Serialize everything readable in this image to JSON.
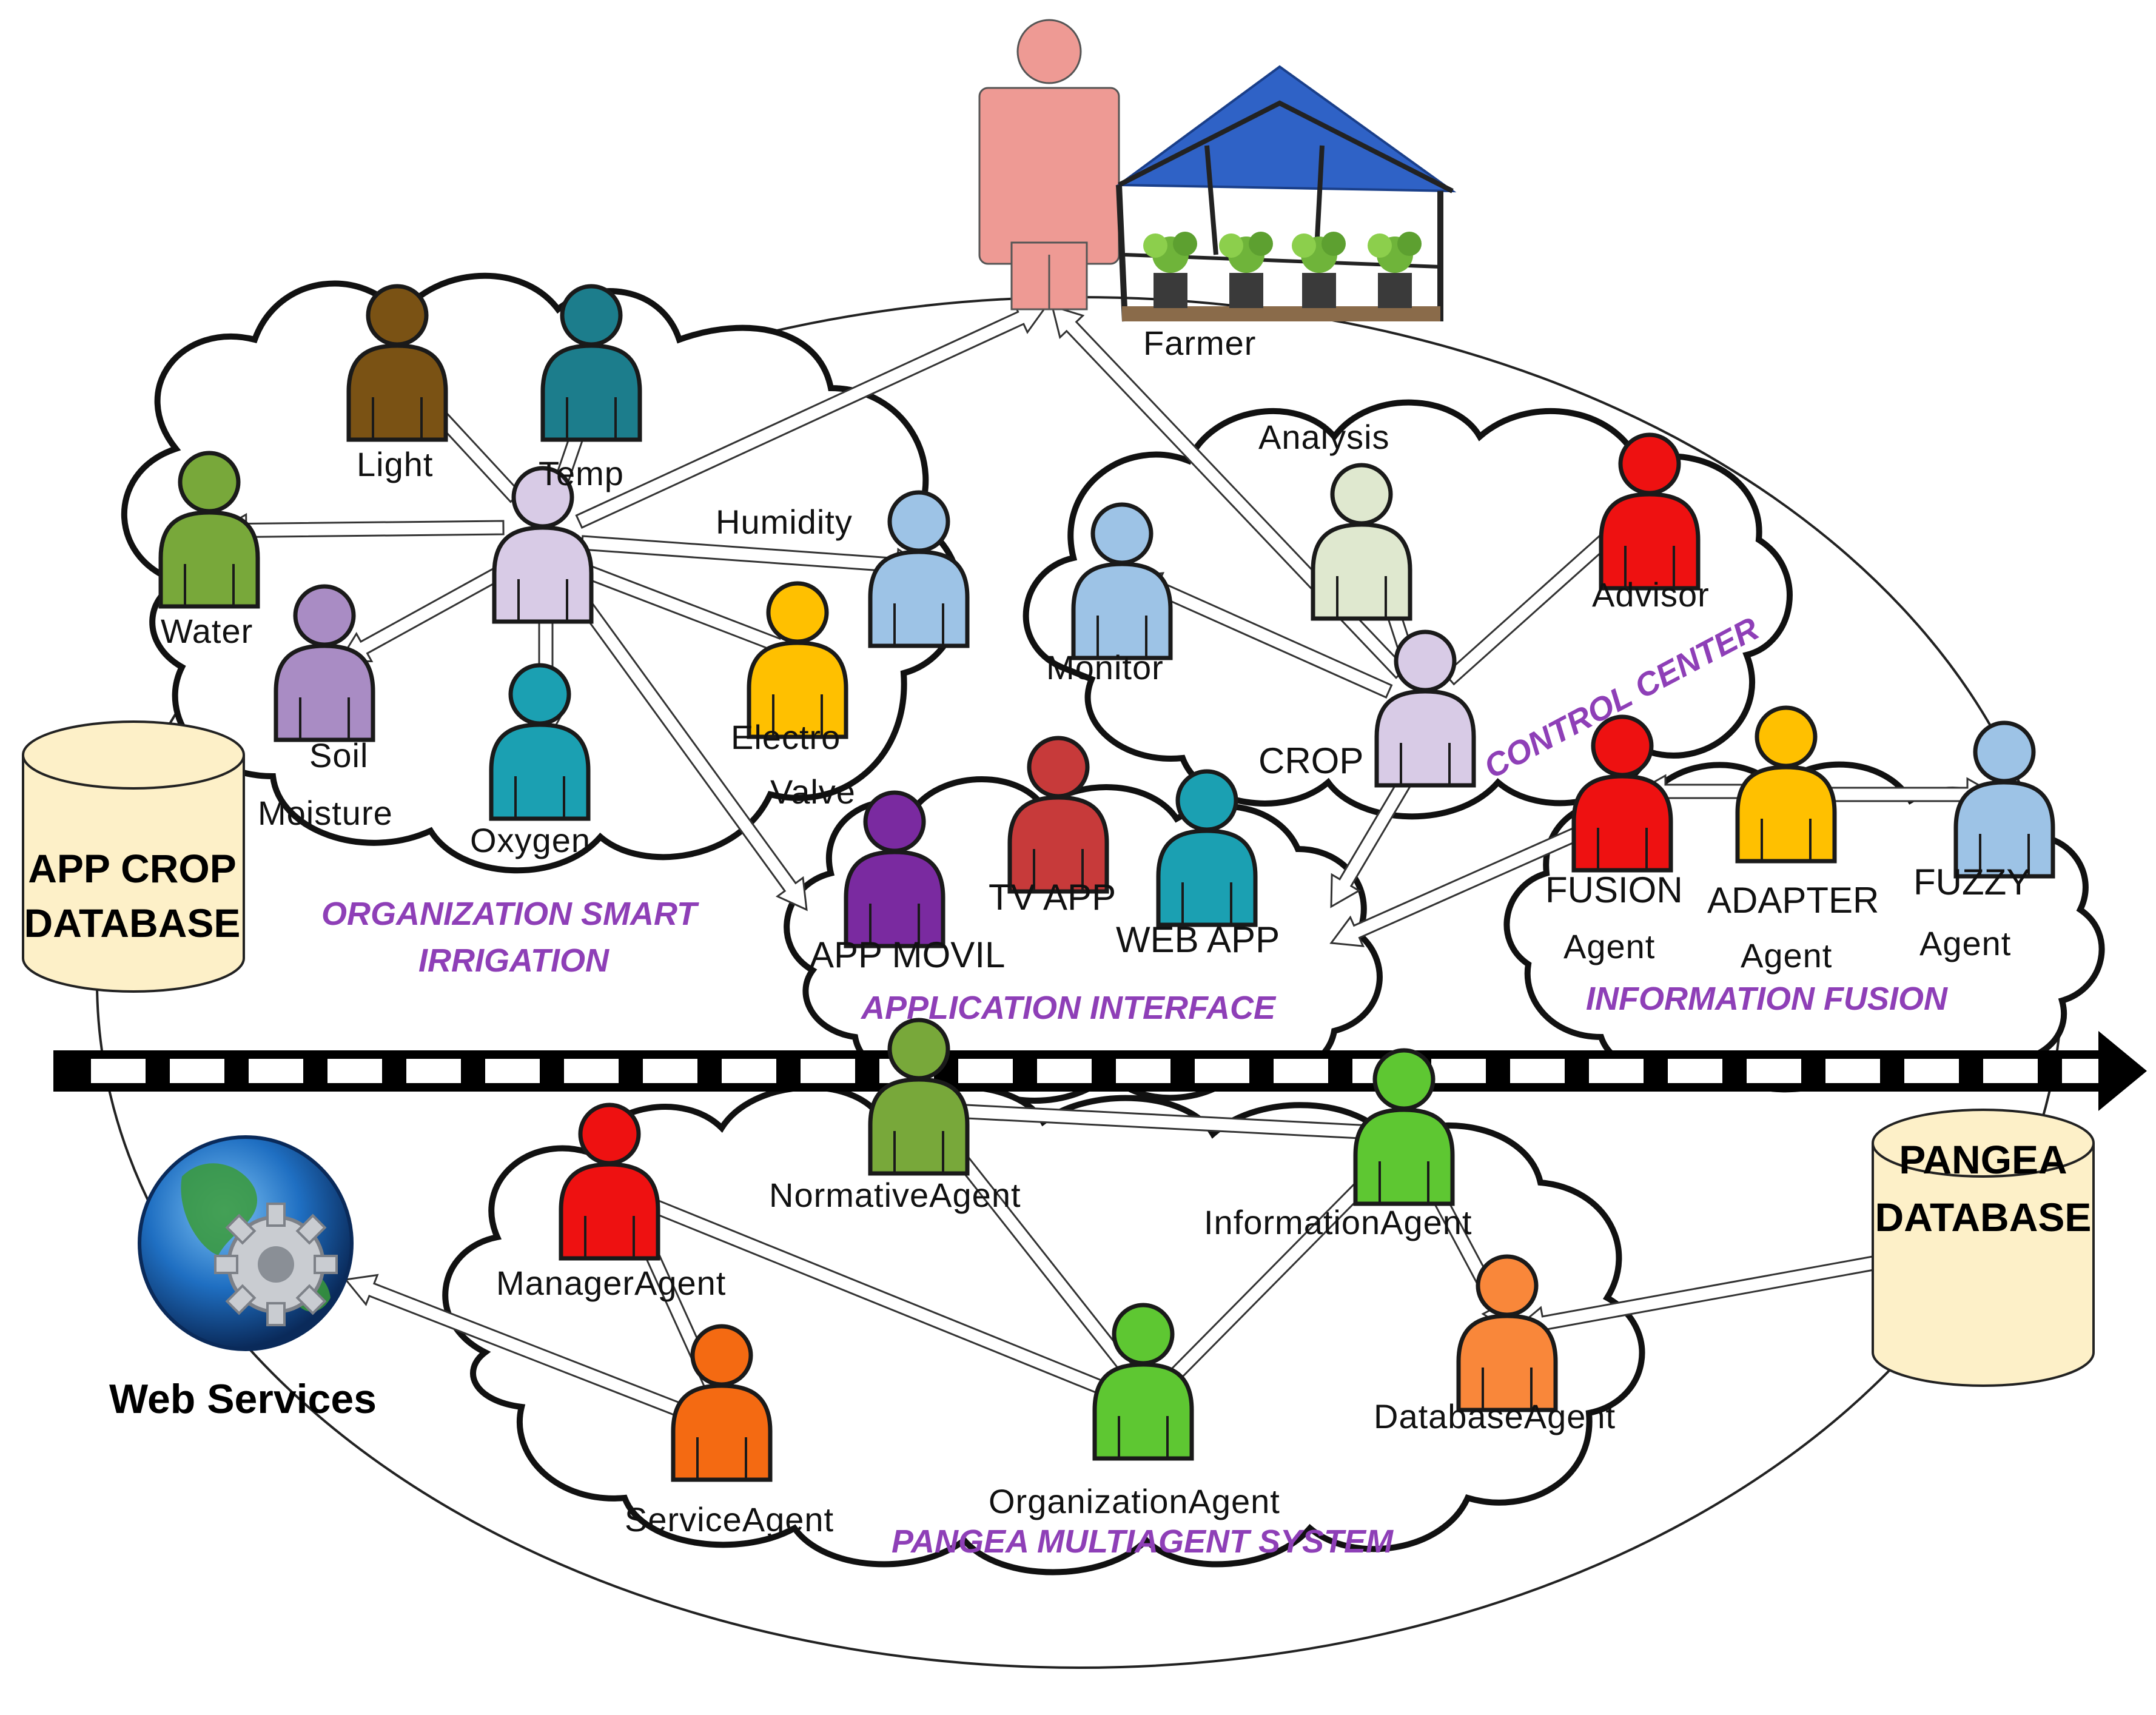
{
  "farmer": {
    "label": "Farmer"
  },
  "databases": {
    "app_crop": [
      "APP CROP",
      "DATABASE"
    ],
    "pangea": [
      "PANGEA",
      "DATABASE"
    ]
  },
  "web_services": {
    "label": "Web Services",
    "icon": "globe-gear-icon"
  },
  "groups": {
    "smart_irrigation": {
      "title": [
        "ORGANIZATION SMART",
        "IRRIGATION"
      ],
      "agents": {
        "light": "Light",
        "temp": "Temp",
        "water": "Water",
        "humidity": "Humidity",
        "soil": [
          "Soil",
          "Moisture"
        ],
        "oxygen": "Oxygen",
        "electro": [
          "Electro",
          "Valve"
        ]
      }
    },
    "control_center": {
      "title": "CONTROL CENTER",
      "agents": {
        "analysis": "Analysis",
        "advisor": "Advisor",
        "monitor": "Monitor",
        "crop": "CROP"
      }
    },
    "application_interface": {
      "title": "APPLICATION INTERFACE",
      "agents": {
        "tv_app": "TV APP",
        "app_movil": "APP MOVIL",
        "web_app": "WEB APP"
      }
    },
    "information_fusion": {
      "title": "INFORMATION FUSION",
      "agents": {
        "fusion": [
          "FUSION",
          "Agent"
        ],
        "adapter": [
          "ADAPTER",
          "Agent"
        ],
        "fuzzy": [
          "FUZZY",
          "Agent"
        ]
      }
    },
    "pangea": {
      "title": "PANGEA MULTIAGENT SYSTEM",
      "agents": {
        "normative": "NormativeAgent",
        "information": "InformationAgent",
        "manager": "ManagerAgent",
        "service": "ServiceAgent",
        "organization": "OrganizationAgent",
        "database": "DatabaseAgent"
      }
    }
  },
  "colors": {
    "group_title": "#8e3fb7",
    "db_fill": "#fdf0c8",
    "farmer": "#ee9a94",
    "roof": "#2f62c6"
  }
}
